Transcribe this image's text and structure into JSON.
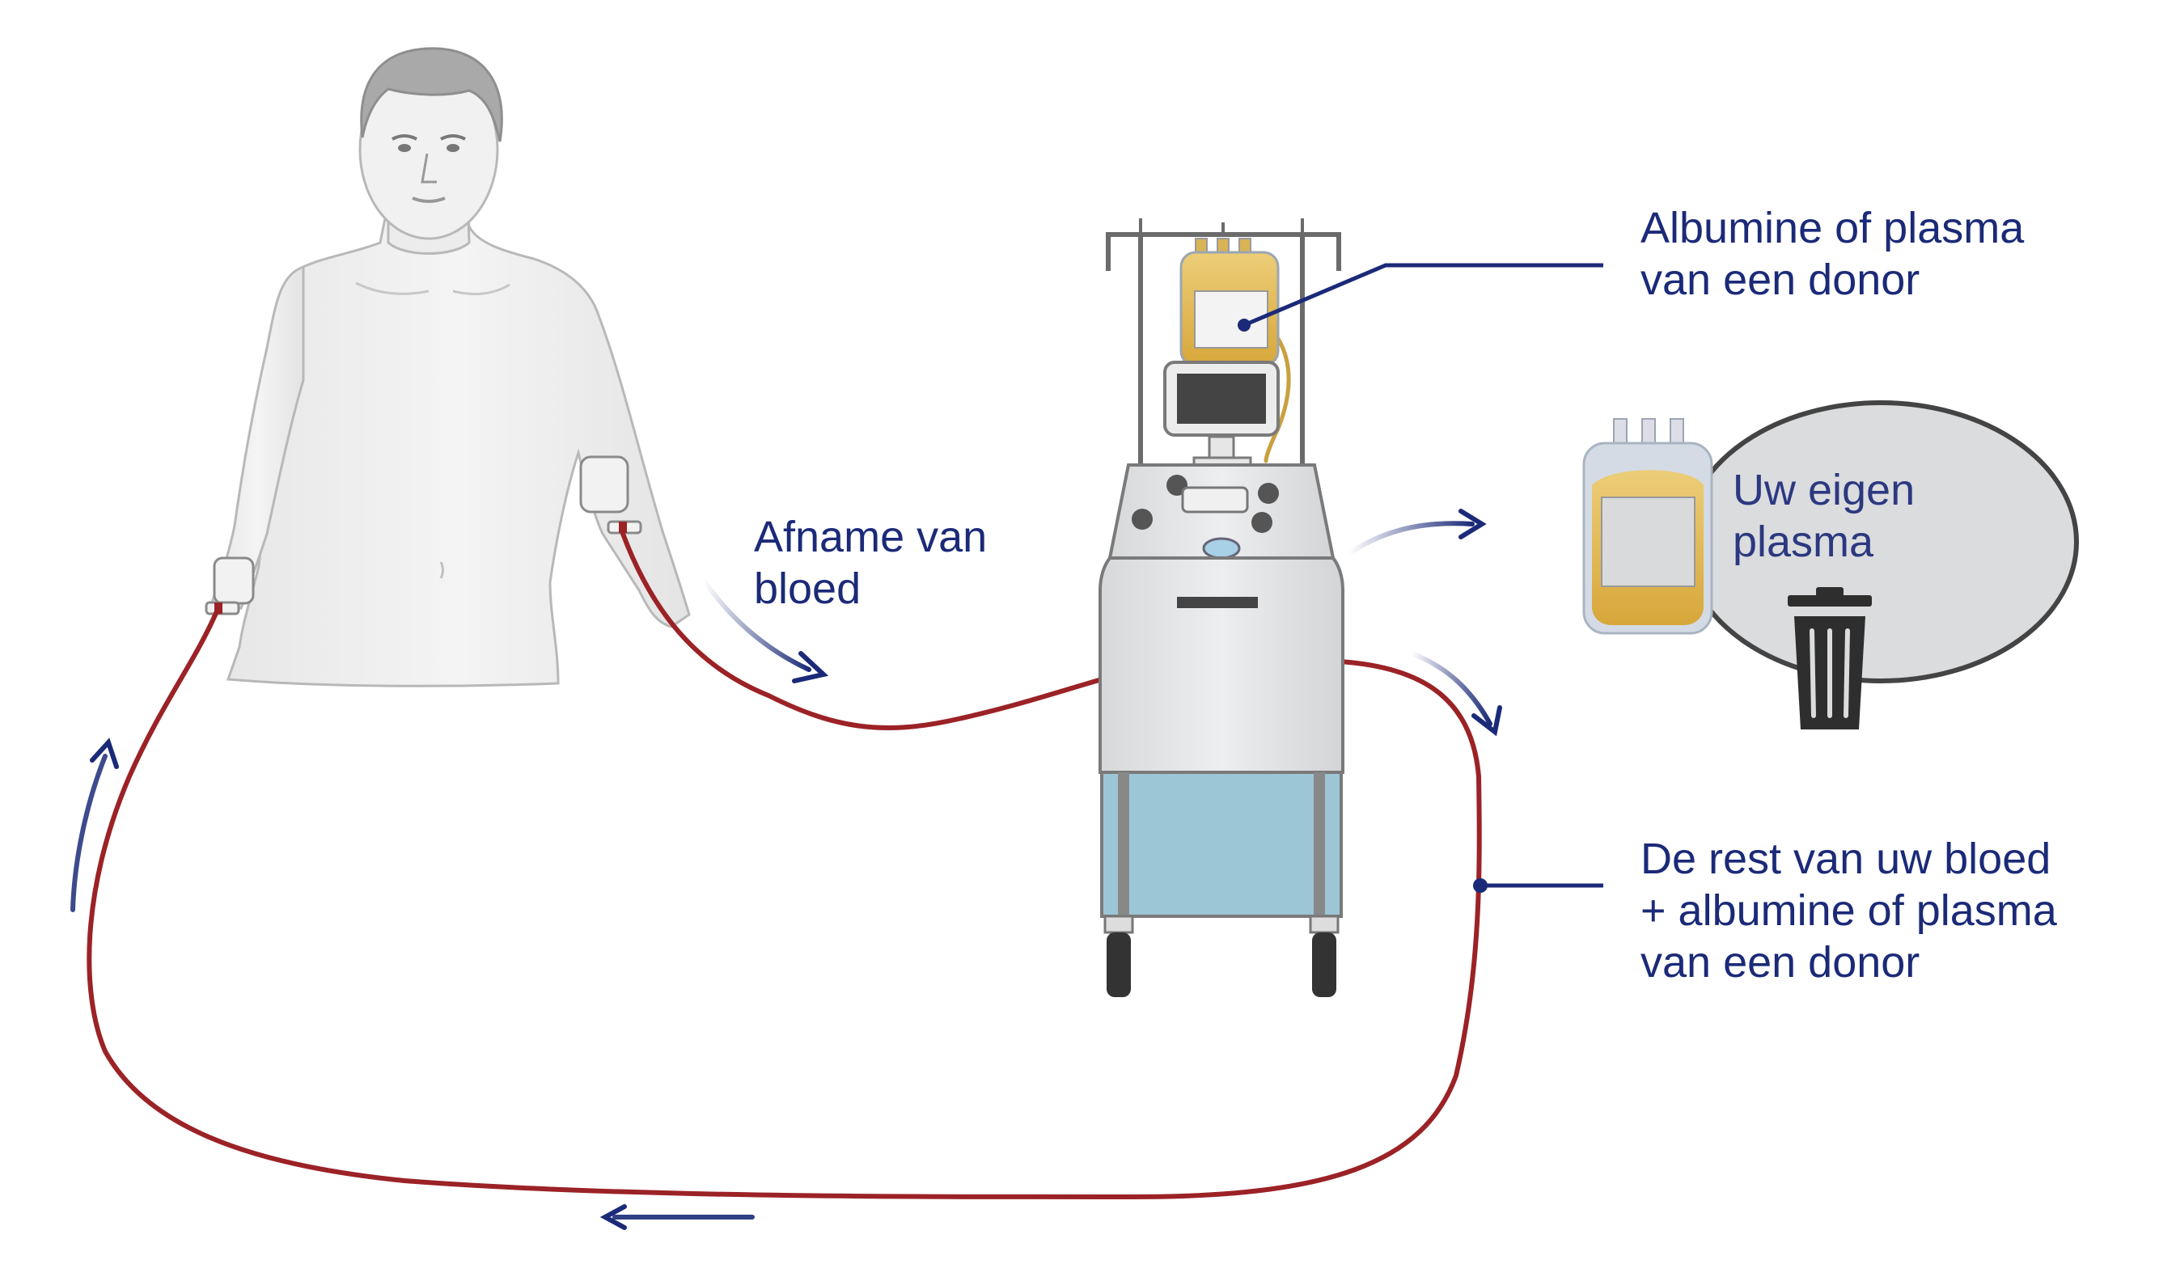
{
  "labels": {
    "withdrawal": [
      "Afname van",
      "bloed"
    ],
    "donor_plasma": [
      "Albumine of plasma",
      "van een donor"
    ],
    "own_plasma": [
      "Uw eigen",
      "plasma"
    ],
    "return": [
      "De rest van uw bloed",
      "+ albumine of plasma",
      "van een donor"
    ]
  },
  "colors": {
    "text": "#1b2a78",
    "tube": "#9b2226",
    "arrow": "#1b2a78",
    "plasma": "#e0b54a",
    "machine": "#e4e6e8",
    "machine_base": "#9cc6d6",
    "bubble": "#dadcde"
  },
  "icons": [
    "patient-figure",
    "apheresis-machine",
    "plasma-bag-icon",
    "trash-bin-icon",
    "flow-arrow-icon"
  ]
}
